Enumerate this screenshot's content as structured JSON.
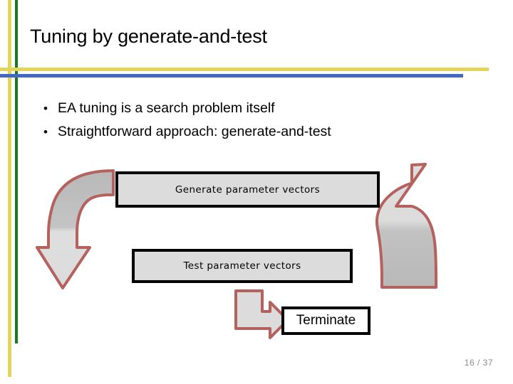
{
  "slide": {
    "title": "Tuning by generate-and-test",
    "page_number": "16 / 37"
  },
  "bullets": [
    {
      "marker": "•",
      "text": "EA tuning is a search problem itself"
    },
    {
      "marker": "•",
      "text": "Straightforward approach: generate-and-test"
    }
  ],
  "diagram": {
    "boxes": [
      {
        "id": "generate",
        "label": "Generate parameter vectors"
      },
      {
        "id": "test",
        "label": "Test parameter vectors"
      },
      {
        "id": "terminate",
        "label": "Terminate"
      }
    ],
    "arrows": [
      {
        "id": "left-curved-arrow",
        "direction": "down-right",
        "from": "generate",
        "to": "test"
      },
      {
        "id": "right-curved-arrow",
        "direction": "up-left",
        "from": "test",
        "to": "generate"
      },
      {
        "id": "elbow-arrow",
        "direction": "right",
        "from": "test",
        "to": "terminate"
      }
    ]
  },
  "colors": {
    "rule_yellow": "#e3d45c",
    "rule_green": "#1a7a22",
    "rule_blue": "#4169c4",
    "arrow_outline": "#b5625f",
    "arrow_fill_light": "#d9d9d9",
    "arrow_fill_dark": "#bdbdbd",
    "box_fill": "#dcdcdc",
    "box_border": "#000000",
    "page_number": "#8b8b8b"
  }
}
